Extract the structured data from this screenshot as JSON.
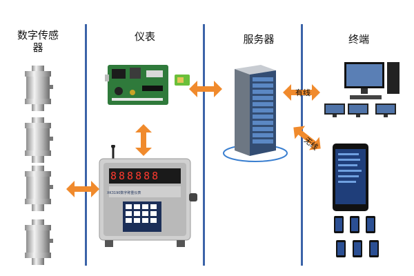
{
  "columns": {
    "sensor": "数字传感器",
    "instrument": "仪表",
    "server": "服务器",
    "terminal": "终端"
  },
  "links": {
    "wired": "有线",
    "wireless": "无线"
  },
  "device": {
    "display_digits": "888888",
    "brand_label": "XK3190数字称重仪表"
  },
  "colors": {
    "divider": "#3b63a8",
    "arrow": "#f08a2c",
    "server_blue": "#3f6fa8",
    "phone_screen": "#1f3e7a"
  },
  "icons": [
    "load-cell-icon",
    "circuit-board-icon",
    "sim-card-icon",
    "weighing-indicator-icon",
    "server-rack-icon",
    "desktop-pc-icon",
    "smartphone-icon"
  ]
}
